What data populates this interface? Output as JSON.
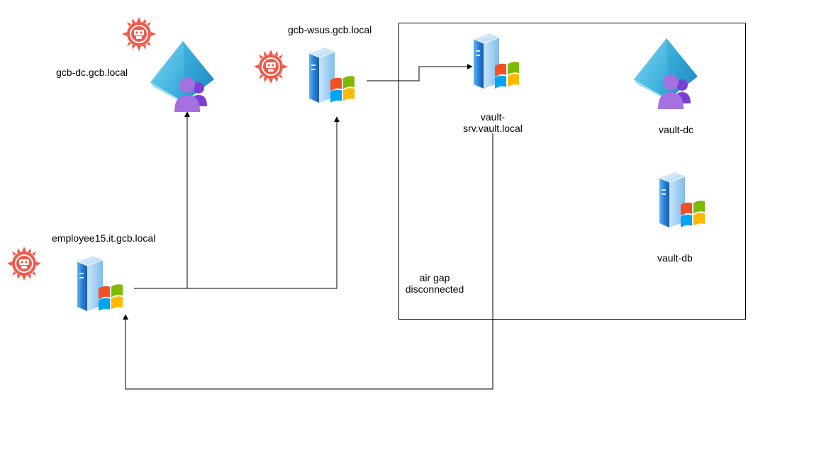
{
  "nodes": {
    "gcb_dc": {
      "label": "gcb-dc.gcb.local",
      "icon": "azure-ad-domain-controller-icon",
      "compromised": true
    },
    "gcb_wsus": {
      "label": "gcb-wsus.gcb.local",
      "icon": "windows-server-icon",
      "compromised": true
    },
    "employee15": {
      "label": "employee15.it.gcb.local",
      "icon": "windows-server-icon",
      "compromised": true
    },
    "vault_srv": {
      "label_line1": "vault-",
      "label_line2": "srv.vault.local",
      "icon": "windows-server-icon"
    },
    "vault_dc": {
      "label": "vault-dc",
      "icon": "azure-ad-domain-controller-icon"
    },
    "vault_db": {
      "label": "vault-db",
      "icon": "windows-server-icon"
    }
  },
  "zone": {
    "label_line1": "air gap",
    "label_line2": "disconnected"
  },
  "edges": [
    {
      "from": "employee15",
      "to": "gcb_dc"
    },
    {
      "from": "employee15",
      "to": "gcb_wsus"
    },
    {
      "from": "gcb_wsus",
      "to": "vault_srv"
    },
    {
      "from": "vault_srv",
      "to": "employee15"
    }
  ],
  "colors": {
    "compromise_badge": "#f0594a",
    "ad_pyramid": "#3fb6de",
    "ad_user": "#a471e0",
    "server_blue": "#2b7fd6",
    "edge": "#000000"
  }
}
